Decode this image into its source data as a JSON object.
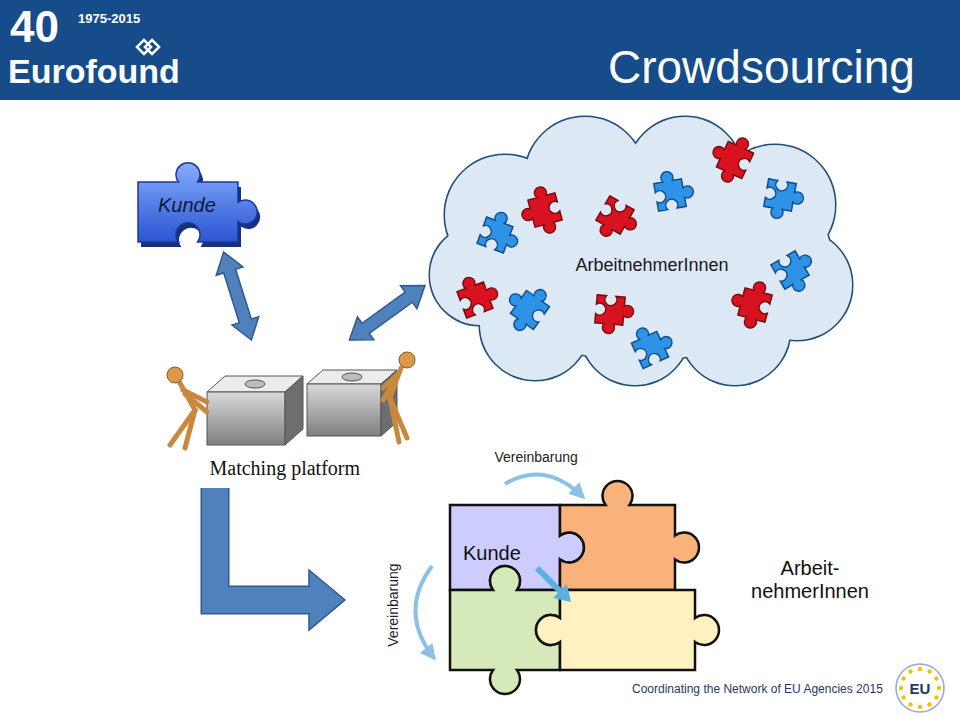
{
  "diagram": {
    "title": "Crowdsourcing",
    "nodes": [
      {
        "text": [
          "Kunde"
        ]
      },
      {
        "text": [
          "ArbeitnehmerInnen"
        ]
      },
      {
        "text": [
          "Matching platform"
        ]
      },
      {
        "text": [
          "Kunde"
        ]
      }
    ],
    "edges": [
      {
        "from": 0,
        "to": 2,
        "arrow": "both"
      },
      {
        "from": 1,
        "to": 2,
        "arrow": "both"
      },
      {
        "from": 2,
        "to": 3,
        "arrow": "to"
      }
    ],
    "labels": [
      "40",
      "1975-2015",
      "Eurofound",
      "Vereinbarung",
      "Vereinbarung",
      "Arbeit- nehmerInnen",
      "Coordinating the Network of EU Agencies 2015",
      "EU"
    ]
  }
}
